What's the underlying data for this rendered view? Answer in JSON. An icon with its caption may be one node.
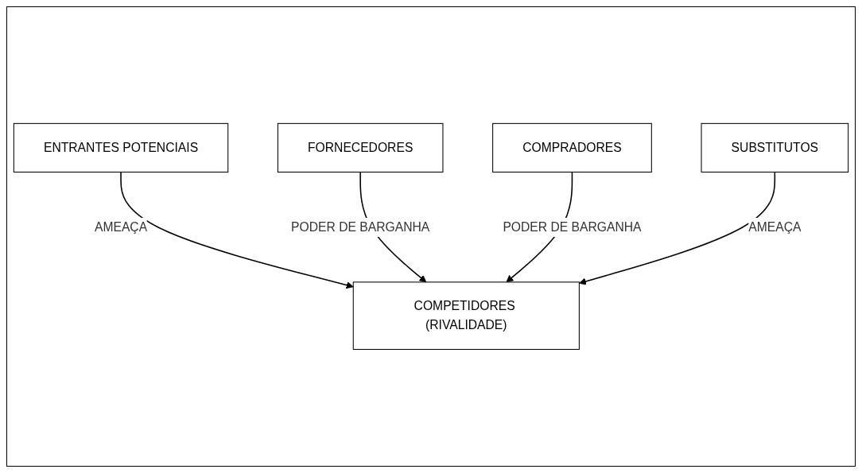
{
  "diagram": {
    "nodes": [
      {
        "text": [
          "ENTRANTES POTENCIAIS"
        ]
      },
      {
        "text": [
          "FORNECEDORES"
        ]
      },
      {
        "text": [
          "COMPETIDORES (RIVALIDADE)"
        ]
      },
      {
        "text": [
          "COMPRADORES"
        ]
      },
      {
        "text": [
          "SUBSTITUTOS"
        ]
      }
    ],
    "edges": [
      {
        "from": 0,
        "to": 2,
        "arrow": "to",
        "label": "AMEAÇA"
      },
      {
        "from": 1,
        "to": 2,
        "arrow": "to",
        "label": "PODER DE BARGANHA"
      },
      {
        "from": 3,
        "to": 2,
        "arrow": "to",
        "label": "PODER DE BARGANHA"
      },
      {
        "from": 4,
        "to": 2,
        "arrow": "to",
        "label": "AMEAÇA"
      }
    ]
  }
}
